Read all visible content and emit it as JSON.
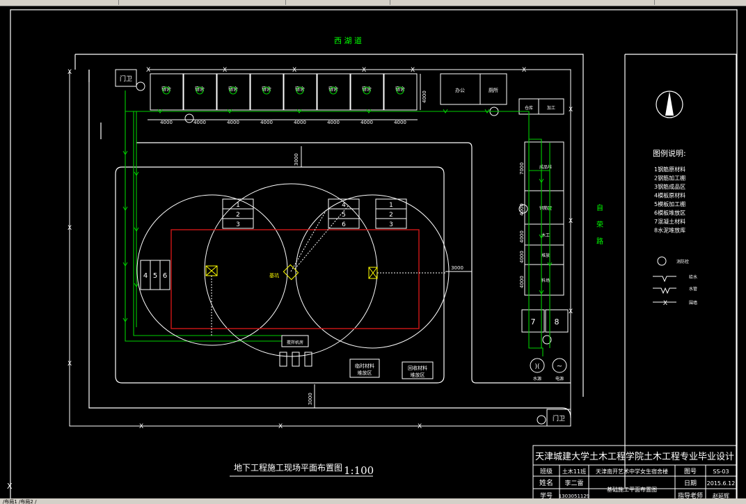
{
  "labels": {
    "road_north": "西 湖 道",
    "road_east": [
      "自",
      "荣",
      "路"
    ],
    "gate_top": "门卫",
    "gate_bottom": "门卫",
    "dorm": "宿舍",
    "dim_4000": "4000",
    "dim_3000": "3000",
    "dim_7000": "7000",
    "office_a": "办公",
    "office_b": "厕所",
    "room_a": "仓库",
    "room_b": "加工",
    "mat_a": "成品堆",
    "mat_b": "钢筋区",
    "mat_c": "木工",
    "mat_d": "堆放",
    "mat_e": "料场",
    "crane_nums": [
      "1",
      "2",
      "3",
      "4",
      "5",
      "6"
    ],
    "center_label": "基坑",
    "bottom_box": "搅拌机房",
    "left_stack": [
      "4",
      "5",
      "6"
    ],
    "right_stack": [
      "7",
      "8"
    ],
    "temp_storage": [
      "临时材料",
      "堆放区"
    ],
    "recycle_storage": [
      "回收材料",
      "堆放区"
    ],
    "water_label": "水源",
    "power_label": "电源",
    "plan_title": "地下工程施工现场平面布置图",
    "scale": "1:100",
    "cursor_x": "X",
    "status_bar": "/布局1 /布局2 /"
  },
  "legend": {
    "title": "图例说明:",
    "items": [
      "1钢筋原材料",
      "2钢筋加工棚",
      "3钢筋成品区",
      "4模板原材料",
      "5模板加工棚",
      "6模板堆放区",
      "7混凝土材料",
      "8水泥堆放库"
    ],
    "hydrant": "消防栓",
    "water_line": "给水",
    "drain_line": "水管",
    "fence_line": "围墙"
  },
  "title_block": {
    "header": "天津城建大学土木工程学院土木工程专业毕业设计",
    "class_label": "班级",
    "class_value": "土木11班",
    "project": "天津南开艺术中学女生宿舍楼",
    "drawing_no_label": "图号",
    "drawing_no_value": "SS-03",
    "name_label": "姓名",
    "name_value": "李二雷",
    "date_label": "日期",
    "date_value": "2015.6.12",
    "id_label": "学号",
    "id_value": "1303051129",
    "drawing_title": "基础施工平面布置图",
    "advisor_label": "指导老师",
    "advisor_value": "赵延辉"
  },
  "colors": {
    "background": "#000000",
    "line": "#ffffff",
    "utility": "#00d000",
    "foundation": "#d01818",
    "highlight": "#ffff00",
    "road_label": "#00ff00"
  }
}
